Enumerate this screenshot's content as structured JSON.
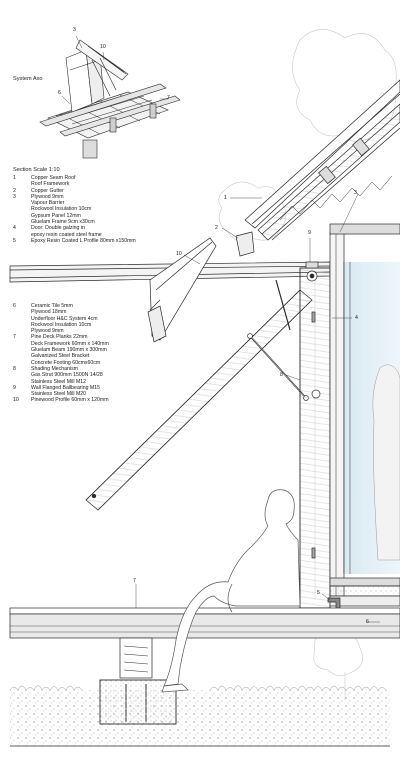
{
  "axo_title": "System Axo",
  "section_title": "Section Scale 1:10",
  "legend_top": [
    {
      "num": "1",
      "lines": [
        "Copper Seam Roof",
        "Roof Framework"
      ]
    },
    {
      "num": "2",
      "lines": [
        "Copper Gutter"
      ]
    },
    {
      "num": "3",
      "lines": [
        "Plywood 9mm",
        "Vapour Barrier",
        "Rockwool Insulation 10cm",
        "Gypsum Panel 12mm",
        "Gluelam Frame 9cm x30cm"
      ]
    },
    {
      "num": "4",
      "lines": [
        "Door: Double galzing in",
        "epoxy resin coated steel frame"
      ]
    },
    {
      "num": "5",
      "lines": [
        "Epoxy Resin Coated L Profile 80mm x150mm"
      ]
    }
  ],
  "legend_bottom": [
    {
      "num": "6",
      "lines": [
        "Ceramic Tile 5mm",
        "Plywood 18mm",
        "Underfloor H&C System 4cm",
        "Rockwool Insulation 10cm",
        "Plywood 9mm"
      ]
    },
    {
      "num": "7",
      "lines": [
        "Pine Deck Planks 22mm",
        "Deck Framework 60mm x 140mm",
        "Gluelam Beam 190mm x 300mm",
        "Galvanized Steel Bracket",
        "Concrete Footing 60cmx60cm"
      ]
    },
    {
      "num": "8",
      "lines": [
        "Shading Mechanism",
        "Gas Strut 900mm 1500N 14/28",
        "Stainless Steel Mill M12"
      ]
    },
    {
      "num": "9",
      "lines": [
        "Wall Flanged Ballbearing M15",
        "Stainless Steel Mill M20"
      ]
    },
    {
      "num": "10",
      "lines": [
        "Pinewood Profile 60mm x 120mm"
      ]
    }
  ],
  "callouts": {
    "axo_3": "3",
    "axo_10": "10",
    "axo_6": "6",
    "axo_7": "7",
    "sec_1": "1",
    "sec_2": "2",
    "sec_3": "3",
    "sec_9": "9",
    "sec_10": "10",
    "sec_4": "4",
    "sec_8": "8",
    "sec_7": "7",
    "sec_5": "5",
    "sec_6": "6"
  },
  "colors": {
    "line": "#2a2a2a",
    "light_line": "#9a9a9a",
    "glass": "#cfe3ee",
    "deck_fill": "#e9e9e9",
    "sky_line": "#b8b8b8"
  }
}
